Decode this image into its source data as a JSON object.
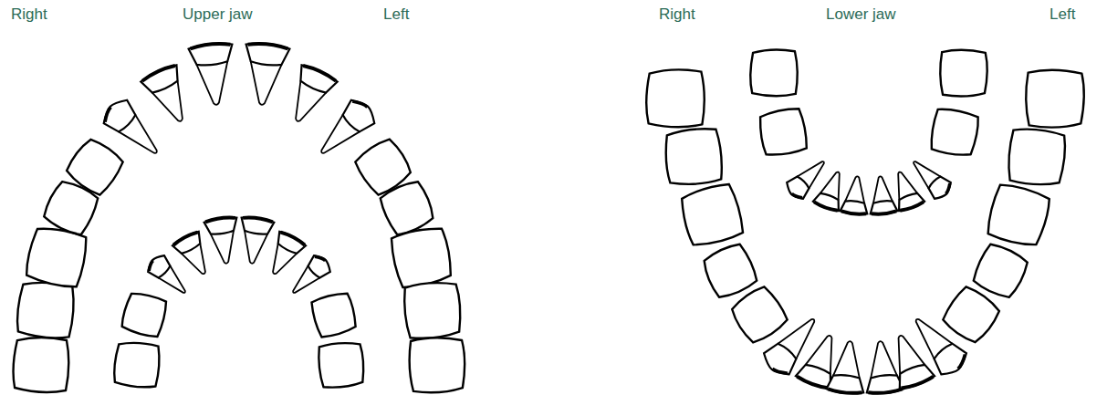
{
  "diagram": {
    "labels": [
      "Right",
      "Upper jaw",
      "Left",
      "Right",
      "Lower jaw",
      "Left"
    ]
  }
}
